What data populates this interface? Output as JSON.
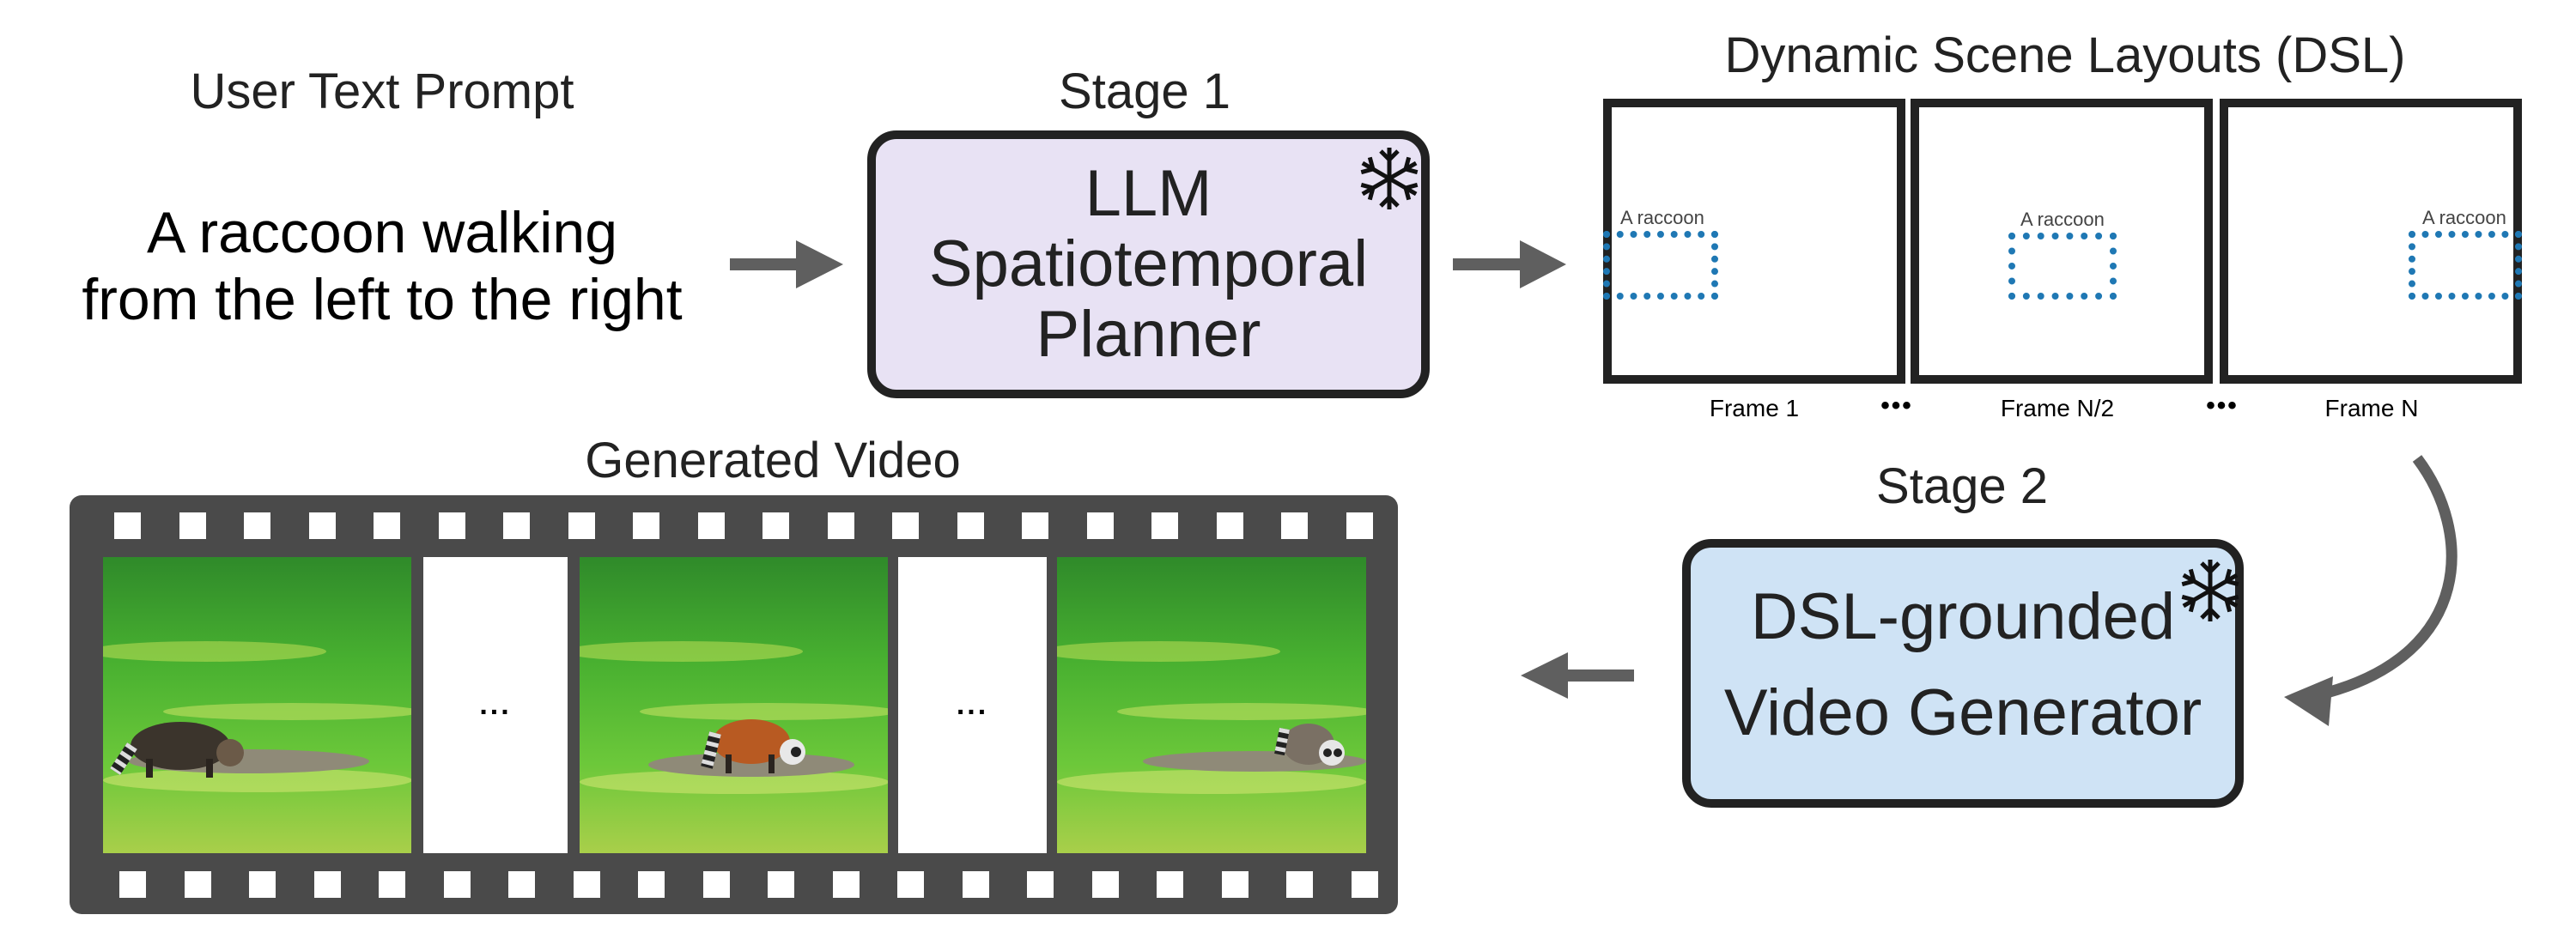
{
  "prompt_section": {
    "title": "User Text Prompt",
    "prompt_text": "A raccoon walking\nfrom the left to the right"
  },
  "stage1": {
    "title": "Stage 1",
    "box_text": "LLM\nSpatiotemporal\nPlanner",
    "icon": "snowflake-icon",
    "fill_color": "#e8e2f4"
  },
  "dsl": {
    "title": "Dynamic Scene Layouts (DSL)",
    "frames": [
      {
        "caption": "Frame 1",
        "object_label": "A raccoon"
      },
      {
        "caption": "Frame N/2",
        "object_label": "A raccoon"
      },
      {
        "caption": "Frame N",
        "object_label": "A raccoon"
      }
    ],
    "ellipsis": "•••",
    "bbox_color": "#1f78b4"
  },
  "stage2": {
    "title": "Stage 2",
    "box_text": "DSL-grounded\nVideo Generator",
    "icon": "snowflake-icon",
    "fill_color": "#cfe3f5"
  },
  "video": {
    "title": "Generated Video",
    "frames": [
      {
        "description": "raccoon at left of grassy path"
      },
      {
        "gap": "..."
      },
      {
        "description": "raccoon at center of grassy path"
      },
      {
        "gap": "..."
      },
      {
        "description": "raccoon at right of grassy path"
      }
    ],
    "gap_text": "..."
  },
  "colors": {
    "arrow": "#5f5f5f",
    "box_border": "#222222",
    "film": "#4a4a4a"
  }
}
